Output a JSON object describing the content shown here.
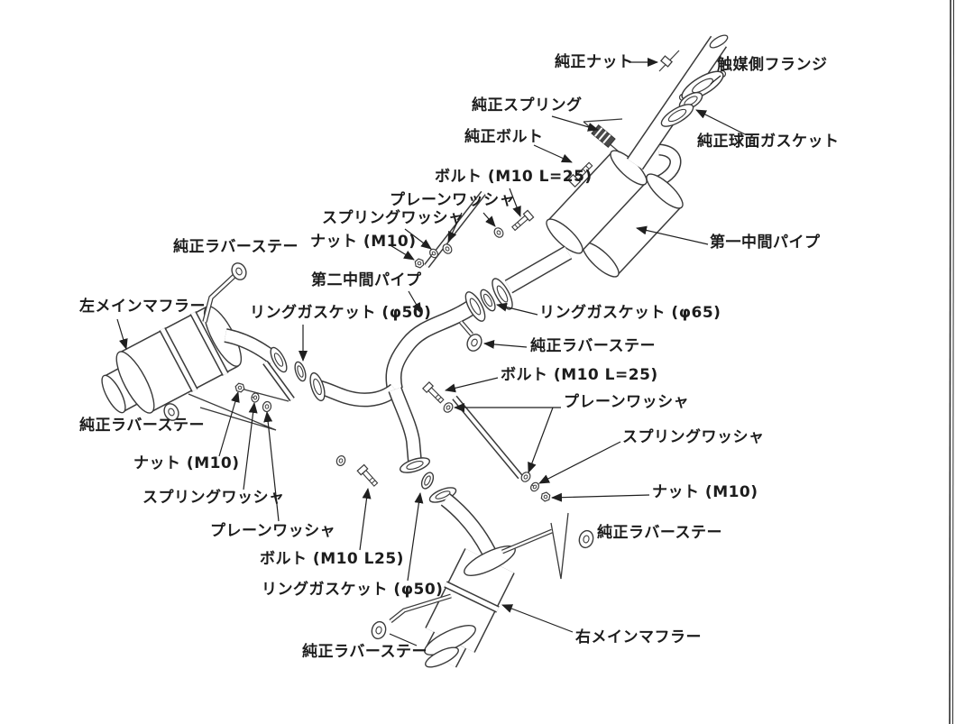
{
  "colors": {
    "background": "#ffffff",
    "line_art": "#3a3a3a",
    "text": "#1c1c1c",
    "arrow": "#1f1f1f",
    "page_edge": "#2e2e2e"
  },
  "callouts": [
    {
      "id": "oem-nut",
      "text": "純正ナット"
    },
    {
      "id": "catalyst-side-flange",
      "text": "触媒側フランジ"
    },
    {
      "id": "oem-spring",
      "text": "純正スプリング"
    },
    {
      "id": "oem-bolt",
      "text": "純正ボルト"
    },
    {
      "id": "oem-spherical-gasket",
      "text": "純正球面ガスケット"
    },
    {
      "id": "bolt-m10-l25-upper",
      "text": "ボルト (M10 L=25)"
    },
    {
      "id": "plain-washer-upper",
      "text": "プレーンワッシャ"
    },
    {
      "id": "spring-washer-upper",
      "text": "スプリングワッシャ"
    },
    {
      "id": "nut-m10-upper",
      "text": "ナット (M10)"
    },
    {
      "id": "oem-rubber-stay-left-top",
      "text": "純正ラバーステー"
    },
    {
      "id": "second-intermediate-pipe",
      "text": "第二中間パイプ"
    },
    {
      "id": "left-main-muffler",
      "text": "左メインマフラー"
    },
    {
      "id": "ring-gasket-50-left",
      "text": "リングガスケット (φ50)"
    },
    {
      "id": "first-intermediate-pipe",
      "text": "第一中間パイプ"
    },
    {
      "id": "ring-gasket-65",
      "text": "リングガスケット (φ65)"
    },
    {
      "id": "oem-rubber-stay-center",
      "text": "純正ラバーステー"
    },
    {
      "id": "bolt-m10-l25-right",
      "text": "ボルト (M10 L=25)"
    },
    {
      "id": "plain-washer-right",
      "text": "プレーンワッシャ"
    },
    {
      "id": "oem-rubber-stay-left-lower",
      "text": "純正ラバーステー"
    },
    {
      "id": "spring-washer-right",
      "text": "スプリングワッシャ"
    },
    {
      "id": "nut-m10-left",
      "text": "ナット (M10)"
    },
    {
      "id": "nut-m10-right",
      "text": "ナット (M10)"
    },
    {
      "id": "spring-washer-left",
      "text": "スプリングワッシャ"
    },
    {
      "id": "plain-washer-left",
      "text": "プレーンワッシャ"
    },
    {
      "id": "oem-rubber-stay-right",
      "text": "純正ラバーステー"
    },
    {
      "id": "bolt-m10-l25-lower",
      "text": "ボルト (M10 L25)"
    },
    {
      "id": "ring-gasket-50-lower",
      "text": "リングガスケット (φ50)"
    },
    {
      "id": "right-main-muffler",
      "text": "右メインマフラー"
    },
    {
      "id": "oem-rubber-stay-bottom",
      "text": "純正ラバーステー"
    }
  ]
}
